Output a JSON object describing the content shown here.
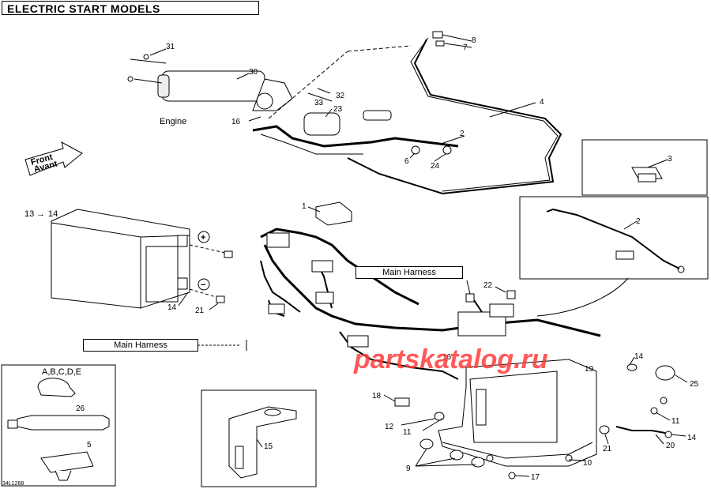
{
  "title": "ELECTRIC START MODELS",
  "labels": {
    "engine": "Engine",
    "front": "Front",
    "avant": "Avant",
    "main_harness_1": "Main Harness",
    "main_harness_2": "Main Harness",
    "kit_codes": "A,B,C,D,E",
    "battery_range": "13",
    "battery_range_to": "14",
    "plus": "+",
    "minus": "−",
    "ref_code": "34L1268"
  },
  "callouts": [
    "1",
    "2",
    "3",
    "4",
    "5",
    "6",
    "7",
    "8",
    "9",
    "10",
    "11",
    "12",
    "14",
    "15",
    "16",
    "17",
    "18",
    "19",
    "20",
    "21",
    "22",
    "23",
    "24",
    "25",
    "26",
    "30",
    "31",
    "32",
    "33"
  ],
  "watermark": "partskatalog.ru",
  "colors": {
    "line": "#000000",
    "watermark": "#ff3c3c"
  }
}
